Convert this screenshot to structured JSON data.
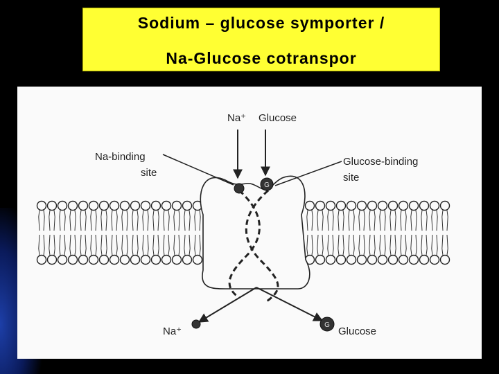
{
  "slide": {
    "title_line1": "Sodium – glucose symporter /",
    "title_line2": "Na-Glucose cotranspor"
  },
  "diagram": {
    "top_na": "Na⁺",
    "top_glucose": "Glucose",
    "na_binding_line1": "Na-binding",
    "na_binding_line2": "site",
    "glucose_binding_line1": "Glucose-binding",
    "glucose_binding_line2": "site",
    "bottom_na": "Na⁺",
    "bottom_glucose": "Glucose",
    "glucose_symbol": "G"
  },
  "colors": {
    "title_bg": "#ffff33",
    "slide_bg": "#000000",
    "figure_bg": "#fafafa",
    "ink": "#222222"
  }
}
